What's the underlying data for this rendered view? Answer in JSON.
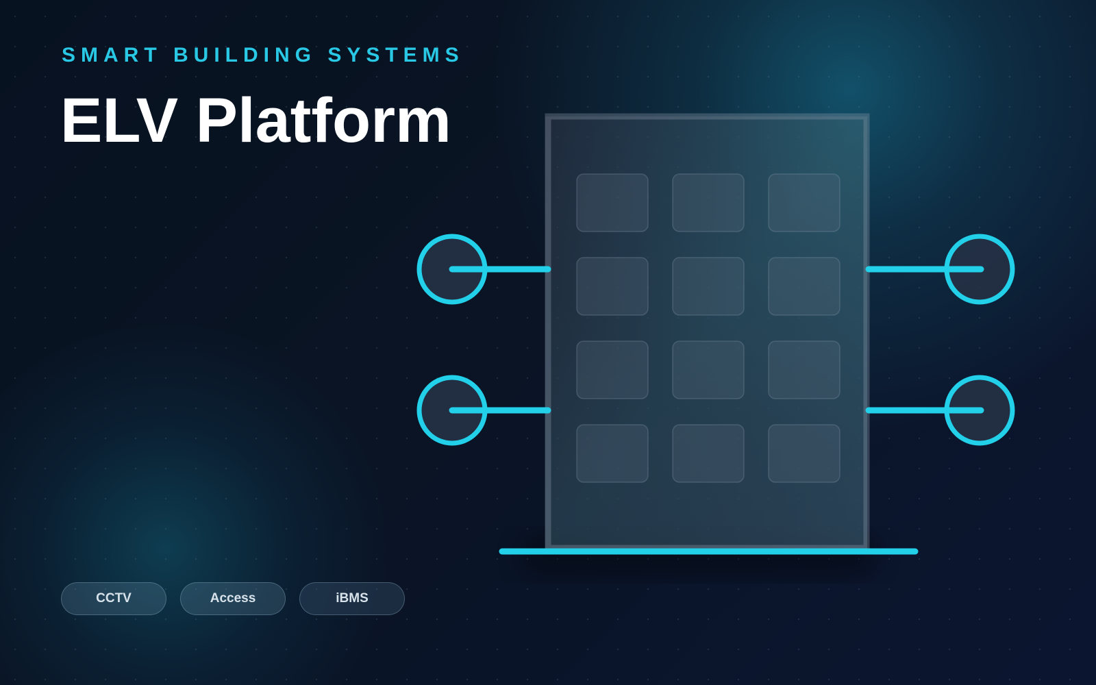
{
  "header": {
    "eyebrow": "SMART BUILDING SYSTEMS",
    "title": "ELV Platform"
  },
  "tags": [
    {
      "label": "CCTV"
    },
    {
      "label": "Access"
    },
    {
      "label": "iBMS"
    }
  ],
  "illustration": {
    "accent_color": "#22d0ea",
    "building_windows": 12,
    "connector_nodes": 4
  }
}
